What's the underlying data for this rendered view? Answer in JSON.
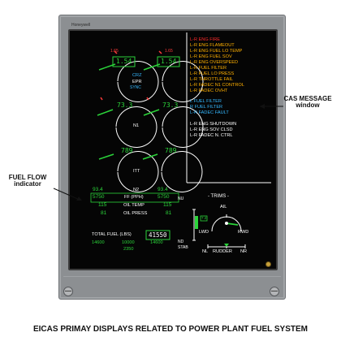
{
  "brand": "Honeywell",
  "gauges": {
    "epr": {
      "left_limit": "1.65",
      "right_limit": "1.65",
      "left_value": "1.54",
      "right_value": "1.54",
      "mode": "CRZ",
      "label": "EPR",
      "sync": "SYNC"
    },
    "n1": {
      "left_value": "73.3",
      "right_value": "73.3",
      "label": "N1"
    },
    "itt": {
      "left_value": "789",
      "right_value": "789",
      "label": "ITT"
    }
  },
  "engine_table": {
    "n2": {
      "left": "93.4",
      "right": "93.4",
      "label": "N2"
    },
    "ff": {
      "left": "5750",
      "right": "5750",
      "label": "FF (PPH)"
    },
    "oil_temp": {
      "left": "115",
      "right": "115",
      "label": "OIL TEMP"
    },
    "oil_press": {
      "left": "81",
      "right": "81",
      "label": "OIL PRESS"
    }
  },
  "fuel": {
    "total_label": "TOTAL FUEL (LBS)",
    "total": "41550",
    "left_tank": "14600",
    "center_tank": "10000",
    "center_sub": "2350",
    "right_tank": "14600"
  },
  "trims": {
    "title": "- TRIMS -",
    "nu": "NU",
    "stab_value": "7.2",
    "nd": "ND",
    "stab": "STAB",
    "ail": "AIL",
    "lwd": "LWD",
    "rwd": "RWD",
    "nl": "NL",
    "rudder": "RUDDER",
    "nr": "NR"
  },
  "cas_messages": [
    {
      "text": "L-R ENG FIRE",
      "color": "#ff2a2a"
    },
    {
      "text": "L-R ENG FLAMEOUT",
      "color": "#ffb000"
    },
    {
      "text": "L-R ENG FUEL LO TEMP",
      "color": "#ffb000"
    },
    {
      "text": "L-R ENG FUEL SOV",
      "color": "#ffb000"
    },
    {
      "text": "L-R ENG OVERSPEED",
      "color": "#ffb000"
    },
    {
      "text": "L-R FUEL FILTER",
      "color": "#ffb000"
    },
    {
      "text": "L-R FUEL LO PRESS",
      "color": "#ffb000"
    },
    {
      "text": "L-R THROTTLE FAIL",
      "color": "#ffb000"
    },
    {
      "text": "L-R FADEC N1 CONTROL",
      "color": "#ffb000"
    },
    {
      "text": "L-R FADEC OVHT",
      "color": "#ffb000"
    },
    {
      "text": "L FUEL FILTER",
      "color": "#35b8ff"
    },
    {
      "text": "R FUEL FILTER",
      "color": "#35b8ff"
    },
    {
      "text": "L-R FADEC FAULT",
      "color": "#35b8ff"
    },
    {
      "text": "L-R ENG SHUTDOWN",
      "color": "#ffffff"
    },
    {
      "text": "L-R ENG SOV CLSD",
      "color": "#ffffff"
    },
    {
      "text": "L-R FADEC N. CTRL",
      "color": "#ffffff"
    }
  ],
  "callouts": {
    "cas": "CAS MESSAGE\nwindow",
    "fuel_flow": "FUEL FLOW\nindicator"
  },
  "caption": "EICAS PRIMAY DISPLAYS RELATED TO POWER PLANT FUEL SYSTEM",
  "colors": {
    "green": "#2bd43a",
    "red": "#ff3b3b",
    "cyan": "#35b8ff",
    "white": "#ffffff",
    "amber": "#ffb000"
  }
}
